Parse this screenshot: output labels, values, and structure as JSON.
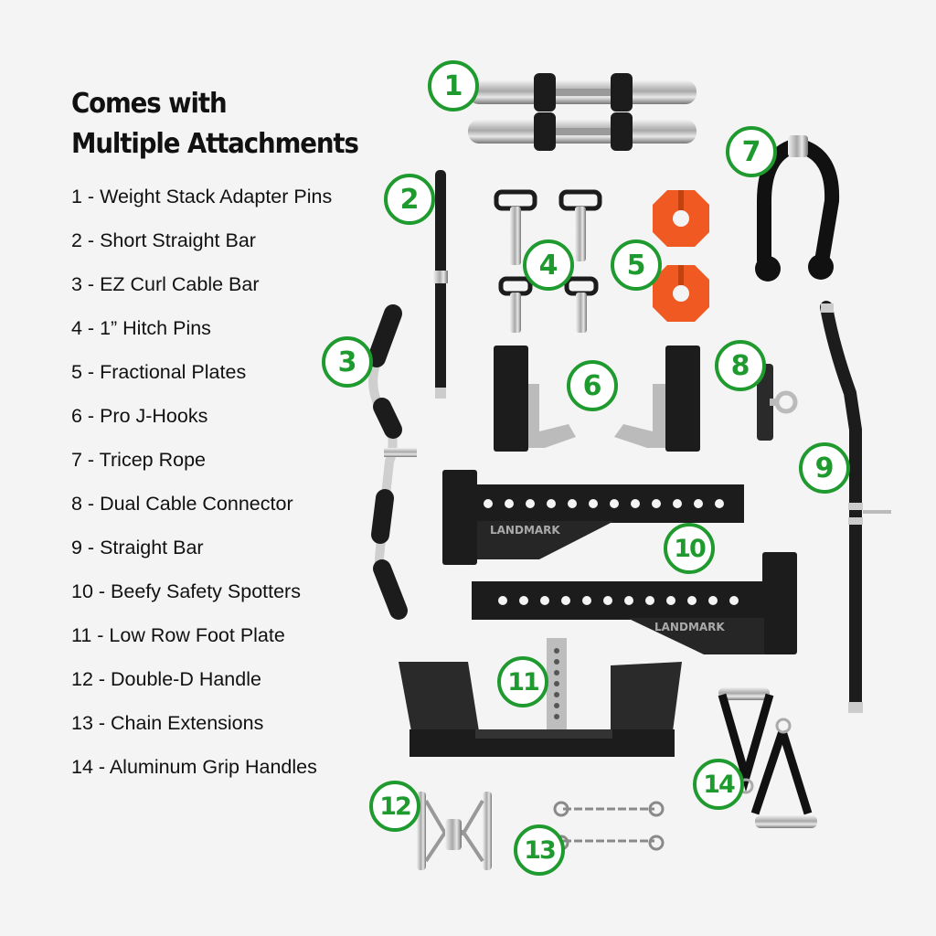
{
  "heading": {
    "line1": "Comes with",
    "line2": "Multiple Attachments"
  },
  "items": [
    {
      "number": "1",
      "label": "1 - Weight Stack Adapter Pins"
    },
    {
      "number": "2",
      "label": "2 - Short Straight Bar"
    },
    {
      "number": "3",
      "label": "3 - EZ Curl Cable Bar"
    },
    {
      "number": "4",
      "label": "4 - 1” Hitch Pins"
    },
    {
      "number": "5",
      "label": "5 - Fractional Plates"
    },
    {
      "number": "6",
      "label": "6 - Pro J-Hooks"
    },
    {
      "number": "7",
      "label": "7 - Tricep Rope"
    },
    {
      "number": "8",
      "label": "8 - Dual Cable Connector"
    },
    {
      "number": "9",
      "label": "9 - Straight Bar"
    },
    {
      "number": "10",
      "label": "10 - Beefy Safety Spotters"
    },
    {
      "number": "11",
      "label": "11 - Low Row Foot Plate"
    },
    {
      "number": "12",
      "label": "12 - Double-D Handle"
    },
    {
      "number": "13",
      "label": "13 - Chain Extensions"
    },
    {
      "number": "14",
      "label": "14 - Aluminum Grip Handles"
    }
  ],
  "spotter_brand": "LANDMARK",
  "colors": {
    "badge_green": "#1f9a2e",
    "plate_orange": "#f05a22",
    "steel_black": "#1c1c1c",
    "chrome": "#c8c8c8"
  }
}
